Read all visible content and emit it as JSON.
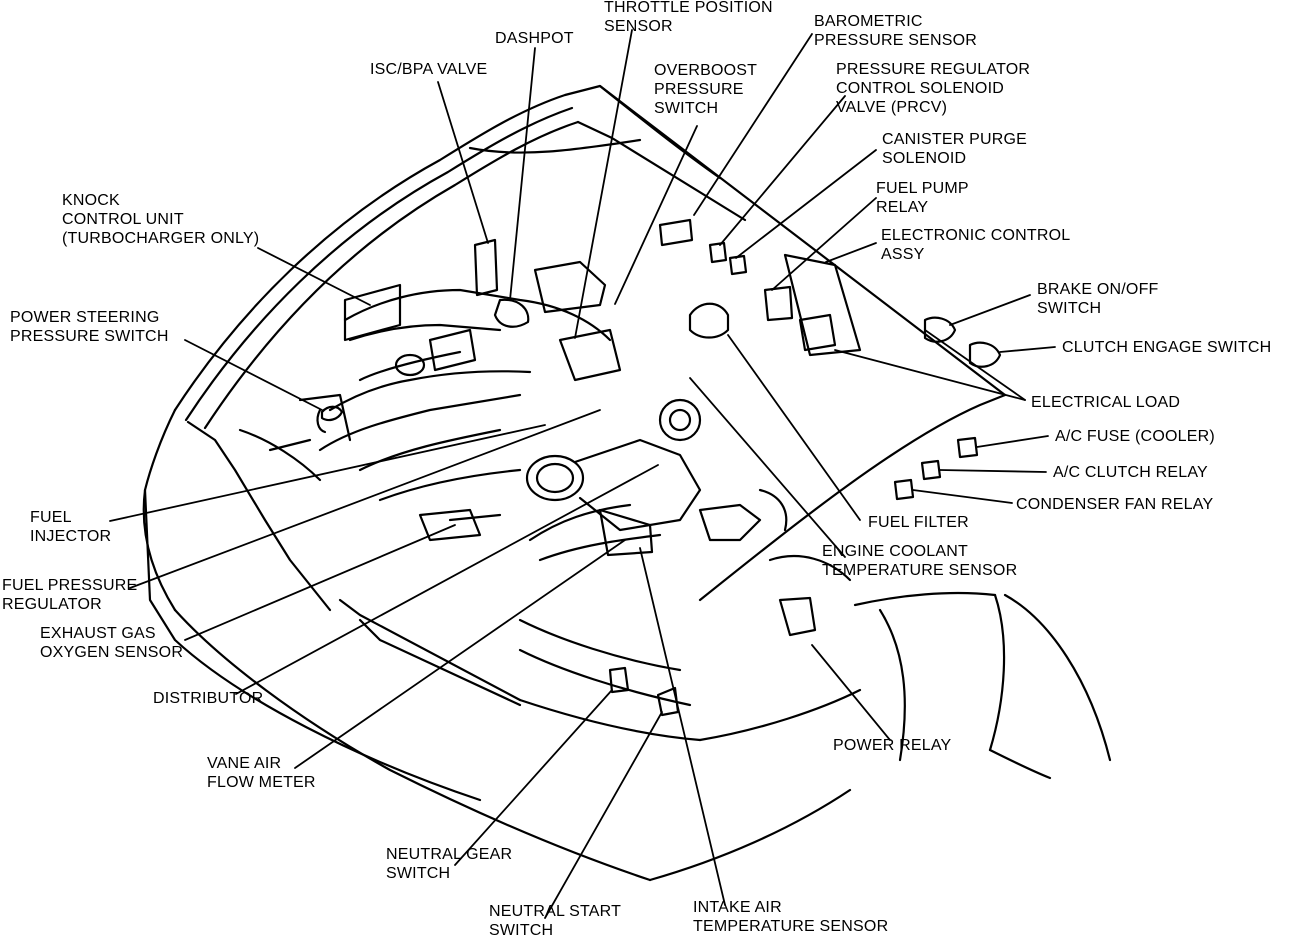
{
  "diagram": {
    "labels": {
      "throttle_position_sensor": [
        "THROTTLE POSITION",
        "SENSOR"
      ],
      "dashpot": [
        "DASHPOT"
      ],
      "isc_bpa_valve": [
        "ISC/BPA VALVE"
      ],
      "overboost_pressure_switch": [
        "OVERBOOST",
        "PRESSURE",
        "SWITCH"
      ],
      "barometric_pressure_sensor": [
        "BAROMETRIC",
        "PRESSURE SENSOR"
      ],
      "prcv": [
        "PRESSURE REGULATOR",
        "CONTROL SOLENOID",
        "VALVE (PRCV)"
      ],
      "canister_purge_solenoid": [
        "CANISTER PURGE",
        "SOLENOID"
      ],
      "fuel_pump_relay": [
        "FUEL PUMP",
        "RELAY"
      ],
      "electronic_control_assy": [
        "ELECTRONIC CONTROL",
        "ASSY"
      ],
      "knock_control_unit": [
        "KNOCK",
        "CONTROL UNIT",
        "(TURBOCHARGER ONLY)"
      ],
      "brake_switch": [
        "BRAKE ON/OFF",
        "SWITCH"
      ],
      "clutch_engage_switch": [
        "CLUTCH ENGAGE SWITCH"
      ],
      "power_steering_switch": [
        "POWER STEERING",
        "PRESSURE SWITCH"
      ],
      "electrical_load": [
        "ELECTRICAL LOAD"
      ],
      "ac_fuse": [
        "A/C FUSE (COOLER)"
      ],
      "ac_clutch_relay": [
        "A/C CLUTCH RELAY"
      ],
      "condenser_fan_relay": [
        "CONDENSER FAN RELAY"
      ],
      "fuel_injector": [
        "FUEL",
        "INJECTOR"
      ],
      "fuel_filter": [
        "FUEL FILTER"
      ],
      "engine_coolant_sensor": [
        "ENGINE COOLANT",
        "TEMPERATURE SENSOR"
      ],
      "fuel_pressure_regulator": [
        "FUEL PRESSURE",
        "REGULATOR"
      ],
      "exhaust_gas_oxygen_sensor": [
        "EXHAUST GAS",
        "OXYGEN SENSOR"
      ],
      "distributor": [
        "DISTRIBUTOR"
      ],
      "power_relay": [
        "POWER RELAY"
      ],
      "vane_air_flow_meter": [
        "VANE AIR",
        "FLOW METER"
      ],
      "neutral_gear_switch": [
        "NEUTRAL GEAR",
        "SWITCH"
      ],
      "neutral_start_switch": [
        "NEUTRAL START",
        "SWITCH"
      ],
      "intake_air_temp_sensor": [
        "INTAKE AIR",
        "TEMPERATURE SENSOR"
      ]
    }
  }
}
